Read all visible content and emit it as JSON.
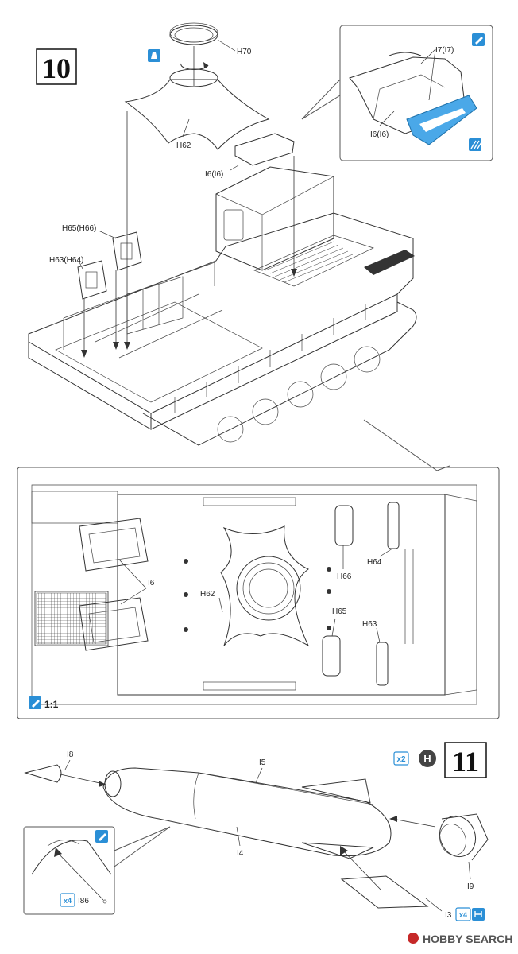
{
  "step10": {
    "number": "10",
    "labels": {
      "h70": "H70",
      "h62": "H62",
      "i6_top": "I6(I6)",
      "h65_h66": "H65(H66)",
      "h63_h64": "H63(H64)",
      "i7": "I7(I7)",
      "i6_inset": "I6(I6)"
    },
    "top_view": {
      "scale": "1:1",
      "labels": {
        "i6": "I6",
        "h62": "H62",
        "h66": "H66",
        "h65": "H65",
        "h64": "H64",
        "h63": "H63"
      }
    }
  },
  "step11": {
    "number": "11",
    "multiplier": "x2",
    "sprue_badge": "H",
    "labels": {
      "i8": "I8",
      "i5": "I5",
      "i4": "I4",
      "i9": "I9",
      "i3": "I3",
      "i86": "I86"
    },
    "counts": {
      "i3_qty": "x4",
      "i86_qty": "x4"
    }
  },
  "watermark": "HOBBY SEARCH",
  "colors": {
    "instruction_blue": "#2b8fd6",
    "highlight_blue": "#4aa8e8"
  },
  "icons": [
    "paint-icon",
    "glue-icon",
    "sprue-cut-icon",
    "rotate-icon",
    "magnet-icon"
  ]
}
